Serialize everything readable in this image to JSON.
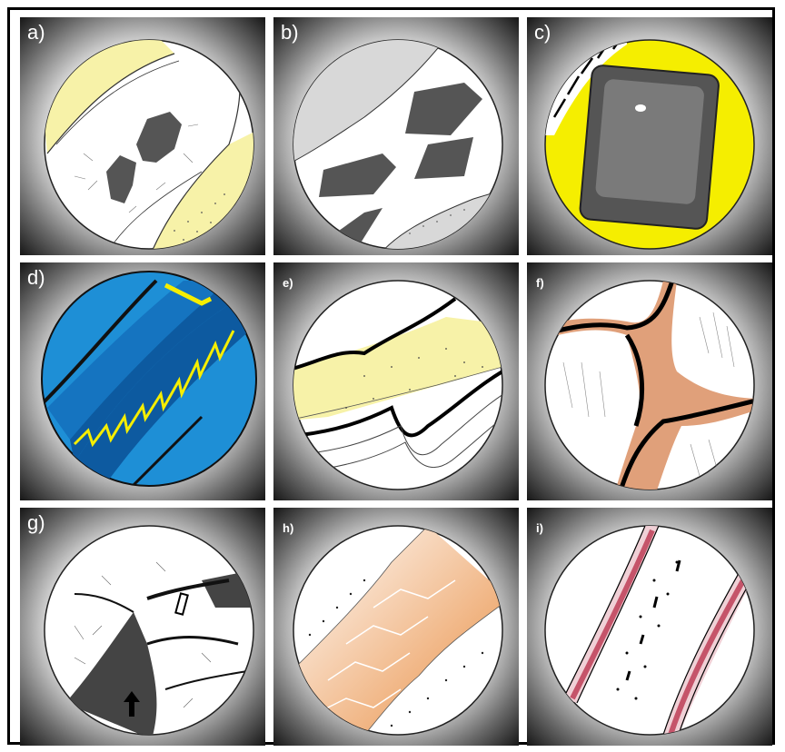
{
  "panels": [
    {
      "id": "a",
      "label": "a)"
    },
    {
      "id": "b",
      "label": "b)"
    },
    {
      "id": "c",
      "label": "c)"
    },
    {
      "id": "d",
      "label": "d)"
    },
    {
      "id": "e",
      "label": "e)"
    },
    {
      "id": "f",
      "label": "f)"
    },
    {
      "id": "g",
      "label": "g)"
    },
    {
      "id": "h",
      "label": "h)"
    },
    {
      "id": "i",
      "label": "i)"
    }
  ],
  "colors": {
    "pale_yellow": "#f7f2a8",
    "bright_yellow": "#f5ee00",
    "blue": "#1e8fd6",
    "dark_blue": "#0d5aa0",
    "orange": "#e8893a",
    "salmon": "#e0a07a",
    "red_band": "#c5546a",
    "grey_fill": "#555555",
    "light_grey": "#d8d8d8"
  }
}
